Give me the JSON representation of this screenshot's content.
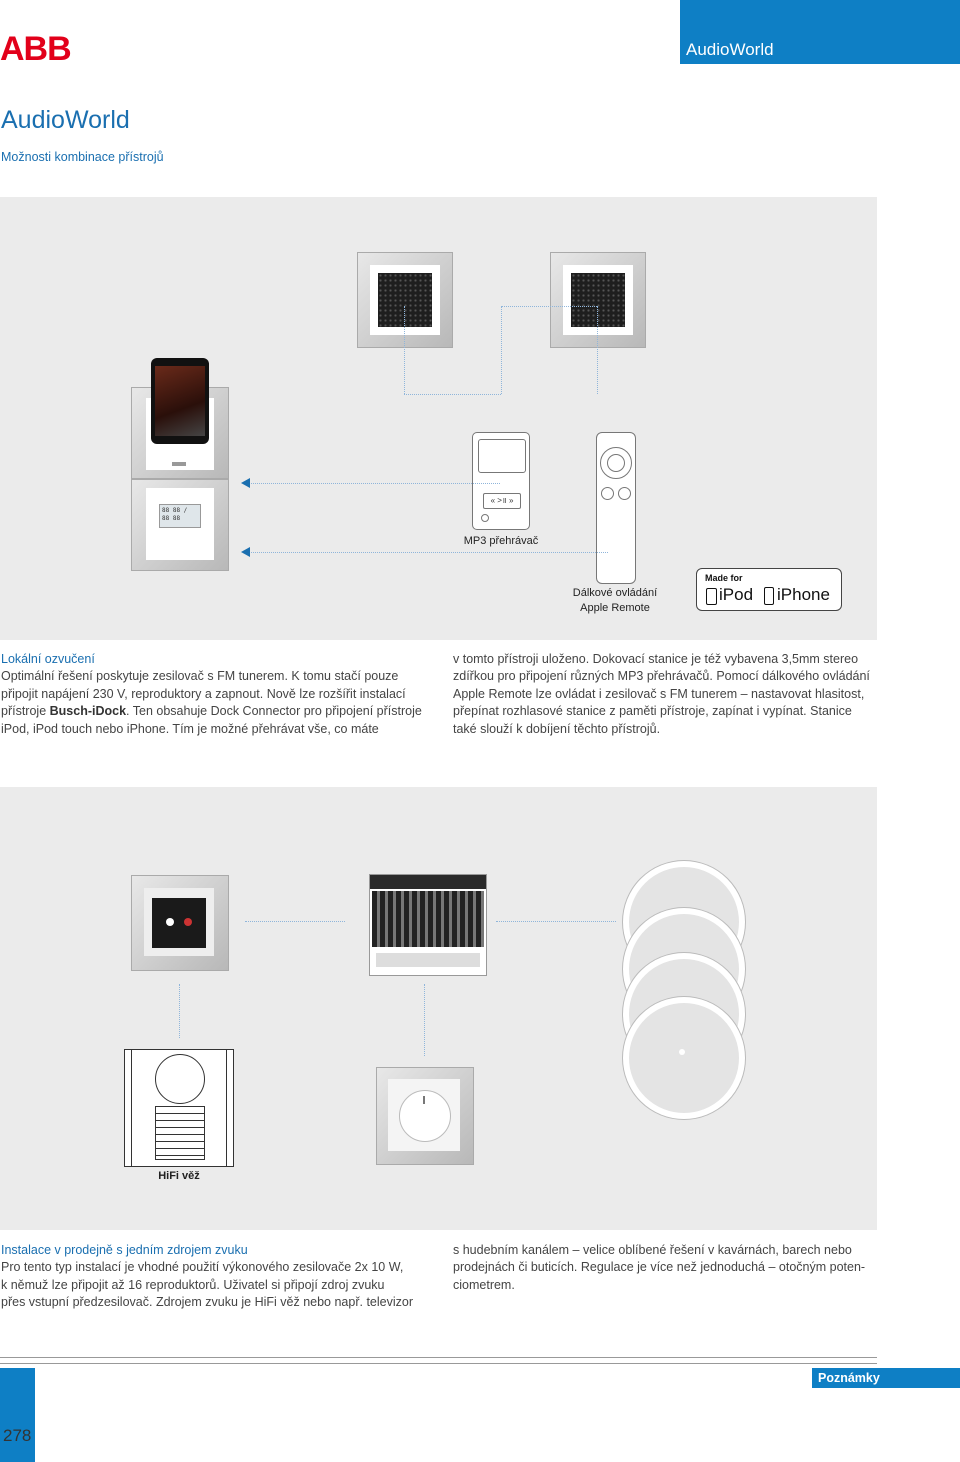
{
  "header": {
    "logo_text": "ABB",
    "section_tab": "AudioWorld",
    "brand_color": "#0e7fc5",
    "logo_color": "#e2001a"
  },
  "page": {
    "title": "AudioWorld",
    "subtitle": "Možnosti kombinace přístrojů"
  },
  "figure1": {
    "mp3_label": "MP3 přehrávač",
    "remote_label_1": "Dálkové ovládání",
    "remote_label_2": "Apple Remote",
    "mfi_made_for": "Made for",
    "mfi_ipod": "iPod",
    "mfi_iphone": "iPhone",
    "mp3_controls": "« >॥ »"
  },
  "section1": {
    "heading": "Lokální ozvučení",
    "col1_l1": "Optimální řešení poskytuje zesilovač s FM tunerem. K tomu stačí pouze",
    "col1_l2": "připojit napájení 230 V, reproduktory a zapnout. Nově lze rozšířit instalací",
    "col1_l3a": "přístroje ",
    "col1_l3b": "Busch-iDock",
    "col1_l3c": ". Ten obsahuje Dock Connector pro připojení přístroje",
    "col1_l4": "iPod, iPod touch nebo iPhone. Tím je možné přehrávat vše, co máte",
    "col2_l1": "v tomto přístroji uloženo. Dokovací stanice je též vybavena 3,5mm stereo",
    "col2_l2": "zdířkou pro připojení různých MP3 přehrávačů. Pomocí dálkového ovládání",
    "col2_l3": "Apple Remote lze ovládat i zesilovač s FM tunerem – nastavovat hlasitost,",
    "col2_l4": "přepínat rozhlasové stanice z paměti přístroje, zapínat i vypínat. Stanice",
    "col2_l5": "také slouží k dobíjení těchto přístrojů."
  },
  "figure2": {
    "hifi_label": "HiFi věž"
  },
  "section2": {
    "heading": "Instalace v prodejně s jedním zdrojem zvuku",
    "col1_l1": "Pro tento typ instalací je vhodné použití výkonového zesilovače 2x 10 W,",
    "col1_l2": "k němuž lze připojit až 16 reproduktorů. Uživatel si připojí zdroj zvuku",
    "col1_l3": "přes vstupní předzesilovač. Zdrojem zvuku je HiFi věž nebo např. televizor",
    "col2_l1": "s hudebním kanálem – velice oblíbené řešení v kavárnách, barech nebo",
    "col2_l2": "prodejnách či buticích. Regulace je více než jednoduchá – otočným poten-",
    "col2_l3": "ciometrem."
  },
  "footer": {
    "notes_label": "Poznámky",
    "page_number": "278"
  }
}
